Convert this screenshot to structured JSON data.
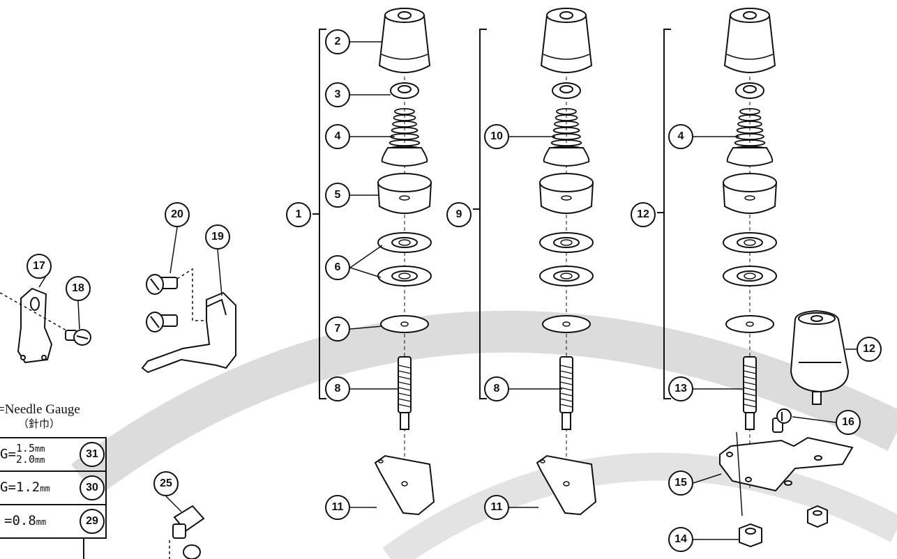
{
  "callouts": [
    "1",
    "2",
    "3",
    "4",
    "5",
    "6",
    "7",
    "8",
    "9",
    "10",
    "11",
    "12",
    "13",
    "14",
    "15",
    "16",
    "17",
    "18",
    "19",
    "20",
    "25",
    "29",
    "30",
    "31"
  ],
  "needle_gauge": {
    "title": "=Needle Gauge",
    "subtitle": "（針巾）",
    "rows": [
      {
        "prefix": "G=",
        "values": [
          "1.5",
          "2.0"
        ],
        "unit": "mm",
        "callout": "31"
      },
      {
        "prefix": "G=",
        "values": [
          "1.2"
        ],
        "unit": "mm",
        "callout": "30"
      },
      {
        "prefix": "=",
        "values": [
          "0.8"
        ],
        "unit": "mm",
        "callout": "29"
      }
    ]
  },
  "colors": {
    "ink": "#111111",
    "watermark": "#d9d9d9",
    "background": "#ffffff"
  }
}
